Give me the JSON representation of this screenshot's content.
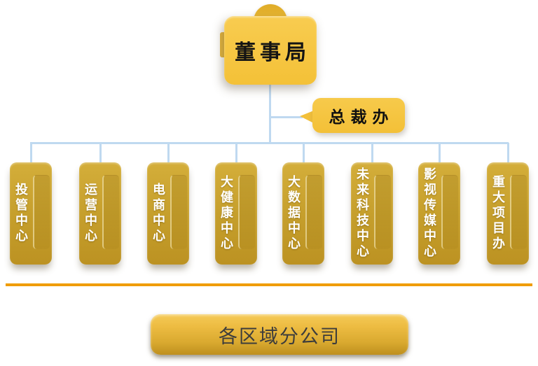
{
  "org_chart": {
    "root": {
      "label": "董事局"
    },
    "assistant": {
      "label": "总裁办"
    },
    "departments": [
      {
        "label": "投管中心"
      },
      {
        "label": "运营中心"
      },
      {
        "label": "电商中心"
      },
      {
        "label": "大健康中心"
      },
      {
        "label": "大数据中心"
      },
      {
        "label": "未来科技中心"
      },
      {
        "label": "影视传媒中心"
      },
      {
        "label": "重大项目办"
      }
    ],
    "regional": {
      "label": "各区域分公司"
    },
    "colors": {
      "root_yellow": "#F5C63F",
      "dept_gold": "#C59E2B",
      "connector_blue": "#BFD9F0",
      "divider_orange": "#F09D00",
      "text_dark": "#3C3C3C"
    }
  }
}
